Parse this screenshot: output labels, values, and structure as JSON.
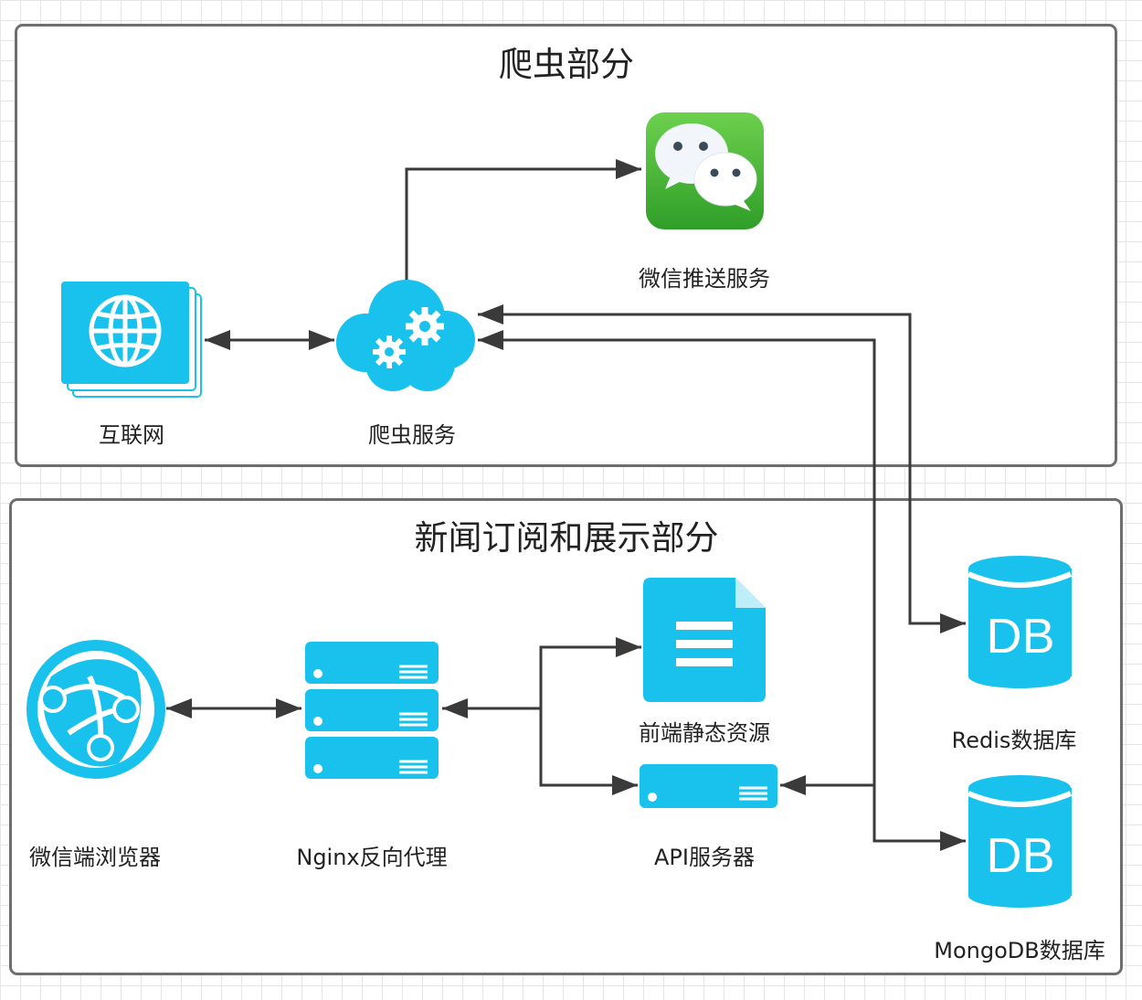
{
  "groups": {
    "crawler_title": "爬虫部分",
    "news_title": "新闻订阅和展示部分"
  },
  "nodes": {
    "internet": "互联网",
    "crawler_service": "爬虫服务",
    "wechat_push": "微信推送服务",
    "wechat_browser": "微信端浏览器",
    "nginx": "Nginx反向代理",
    "static_assets": "前端静态资源",
    "api_server": "API服务器",
    "redis": "Redis数据库",
    "mongodb": "MongoDB数据库",
    "redis_icon_text": "DB",
    "mongodb_icon_text": "DB"
  },
  "colors": {
    "icon_blue": "#18c2ec",
    "wechat_green": "#3cb034",
    "line": "#3a3a3a"
  }
}
